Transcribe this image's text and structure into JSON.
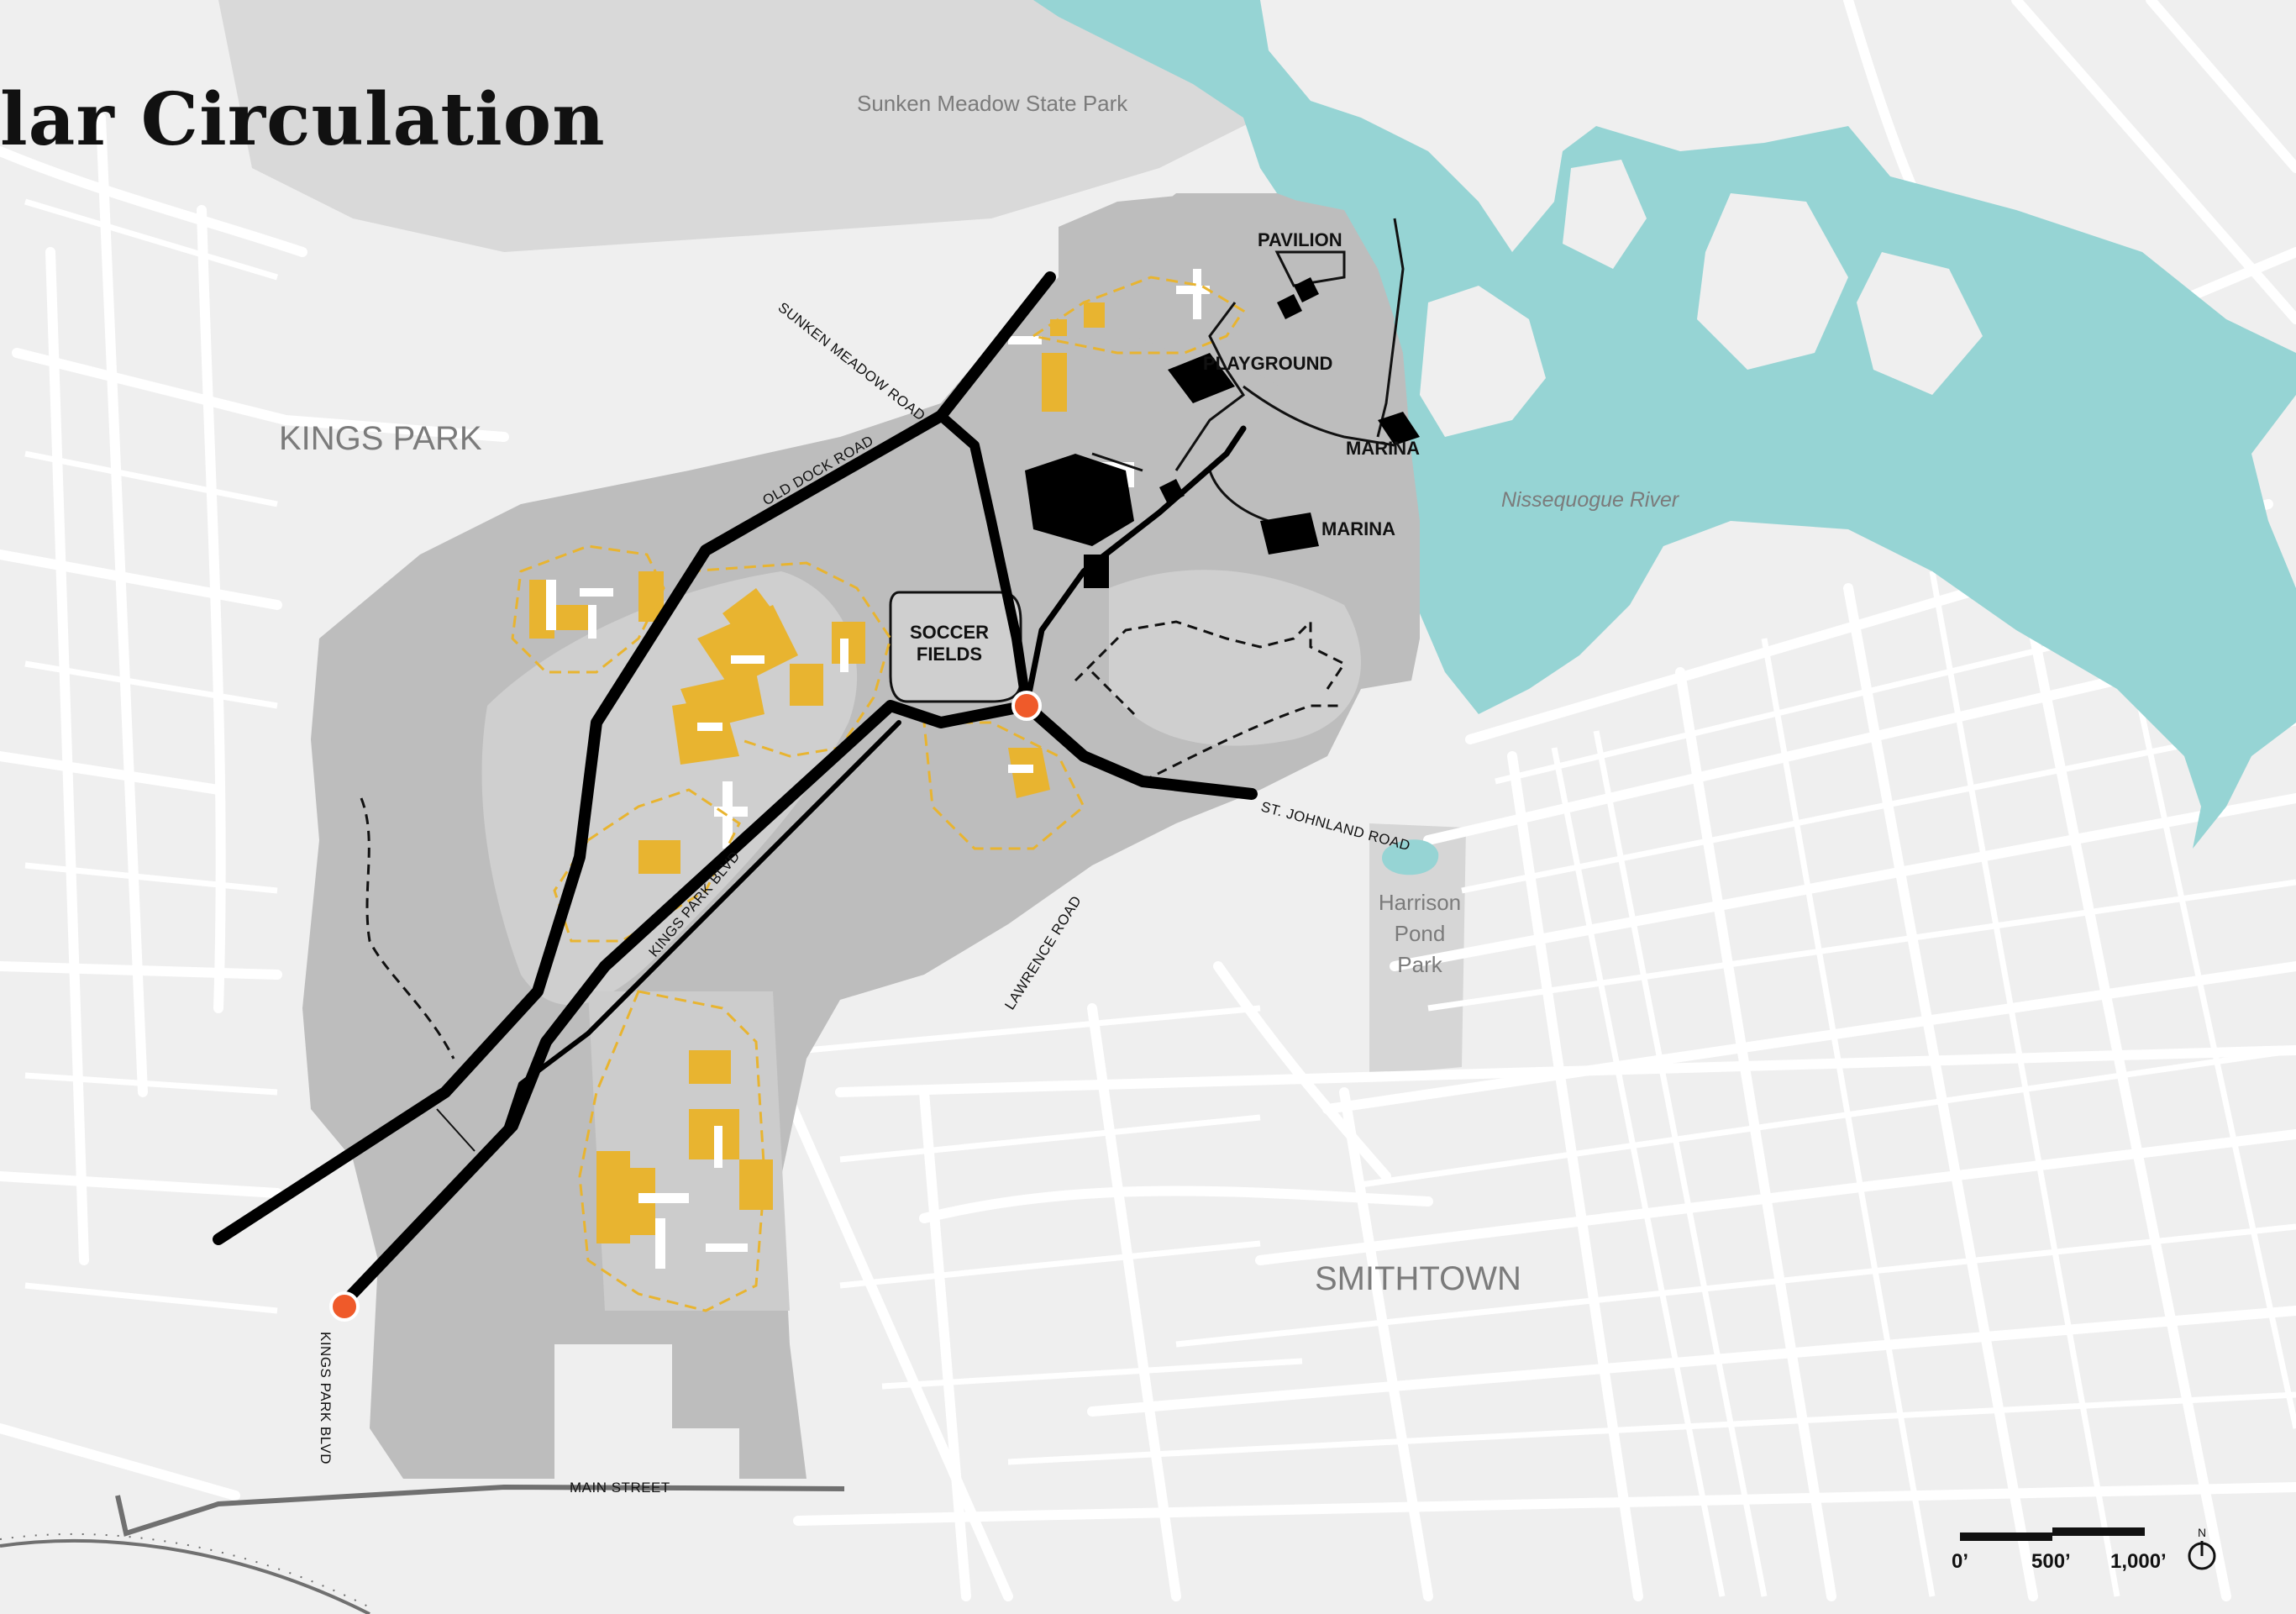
{
  "title": "lar Circulation",
  "places": {
    "sunken_meadow": "Sunken Meadow State Park",
    "kings_park": "KINGS PARK",
    "smithtown": "SMITHTOWN",
    "river": "Nissequogue River",
    "harrison_1": "Harrison",
    "harrison_2": "Pond",
    "harrison_3": "Park"
  },
  "roads": {
    "sunken_meadow_road": "SUNKEN MEADOW ROAD",
    "old_dock_road": "OLD DOCK ROAD",
    "kings_park_blvd": "KINGS PARK BLVD",
    "kings_park_blvd_south": "KINGS PARK BLVD",
    "st_johnland_road": "ST. JOHNLAND ROAD",
    "lawrence_road": "LAWRENCE ROAD",
    "main_street": "MAIN STREET"
  },
  "facilities": {
    "pavilion": "PAVILION",
    "playground": "PLAYGROUND",
    "marina_1": "MARINA",
    "marina_2": "MARINA",
    "soccer_1": "SOCCER",
    "soccer_2": "FIELDS"
  },
  "scale": {
    "label_0": "0’",
    "label_500": "500’",
    "label_1000": "1,000’",
    "north": "N"
  },
  "colors": {
    "water": "#96d4d4",
    "campus": "#bdbdbd",
    "land": "#efefef",
    "building": "#e8b430",
    "road_major": "#000000",
    "node": "#ef5a2a",
    "street": "#ffffff"
  }
}
